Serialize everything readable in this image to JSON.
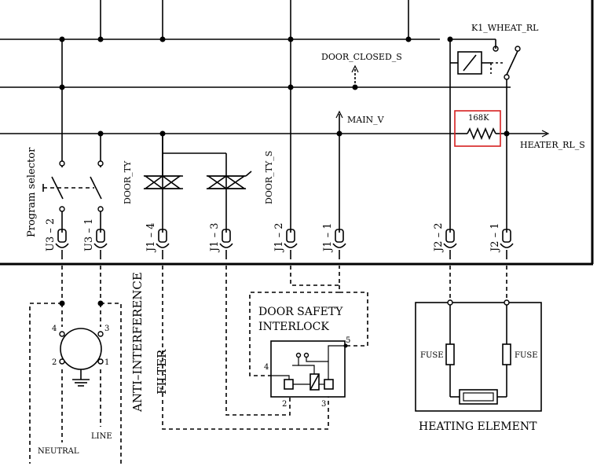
{
  "nets": {
    "k1_wheat_rl": "K1_WHEAT_RL",
    "door_closed_s": "DOOR_CLOSED_S",
    "main_v": "MAIN_V",
    "heater_rl_s": "HEATER_RL_S",
    "door_ty": "DOOR_TY",
    "door_ty_s": "DOOR_TY_S",
    "program_selector": "Program selector"
  },
  "resistor": {
    "value": "168K",
    "highlight_color": "#d62020"
  },
  "connectors": [
    {
      "id": "u3_2",
      "label": "U3 – 2"
    },
    {
      "id": "u3_1",
      "label": "U3 – 1"
    },
    {
      "id": "j1_4",
      "label": "J1 – 4"
    },
    {
      "id": "j1_3",
      "label": "J1 – 3"
    },
    {
      "id": "j1_2",
      "label": "J1 – 2"
    },
    {
      "id": "j1_1",
      "label": "J1 – 1"
    },
    {
      "id": "j2_2",
      "label": "J2 – 2"
    },
    {
      "id": "j2_1",
      "label": "J2 – 1"
    }
  ],
  "filter": {
    "title_line1": "ANTI–INTERFERENCE",
    "title_line2": "FILTER",
    "pins": [
      "4",
      "3",
      "2",
      "1"
    ],
    "neutral": "NEUTRAL",
    "line": "LINE"
  },
  "interlock": {
    "title_line1": "DOOR SAFETY",
    "title_line2": "INTERLOCK",
    "pins": [
      "5",
      "4",
      "2",
      "3"
    ]
  },
  "heater": {
    "fuse_left": "FUSE",
    "fuse_right": "FUSE",
    "title": "HEATING ELEMENT"
  }
}
